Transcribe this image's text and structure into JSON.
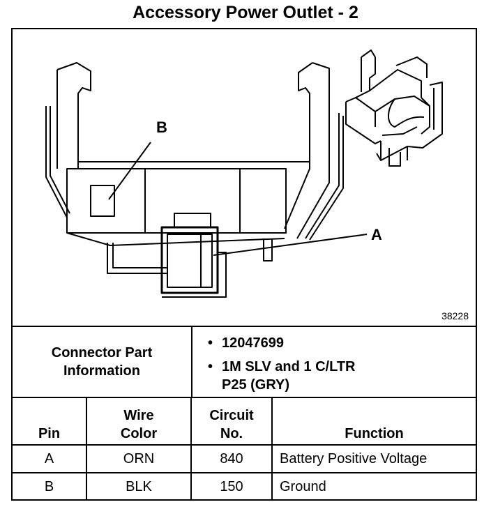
{
  "title": "Accessory Power Outlet - 2",
  "figure": {
    "label_a": "A",
    "label_b": "B",
    "figure_id": "38228"
  },
  "connector_info": {
    "label_line1": "Connector Part",
    "label_line2": "Information",
    "items": [
      {
        "bullet": "•",
        "text": "12047699"
      },
      {
        "bullet": "•",
        "text": "1M SLV and 1 C/LTR",
        "text2": "P25 (GRY)"
      }
    ]
  },
  "table": {
    "headers": {
      "pin": "Pin",
      "wire_color_1": "Wire",
      "wire_color_2": "Color",
      "circuit_1": "Circuit",
      "circuit_2": "No.",
      "function": "Function"
    },
    "rows": [
      {
        "pin": "A",
        "wire_color": "ORN",
        "circuit": "840",
        "function": "Battery Positive Voltage"
      },
      {
        "pin": "B",
        "wire_color": "BLK",
        "circuit": "150",
        "function": "Ground"
      }
    ]
  }
}
